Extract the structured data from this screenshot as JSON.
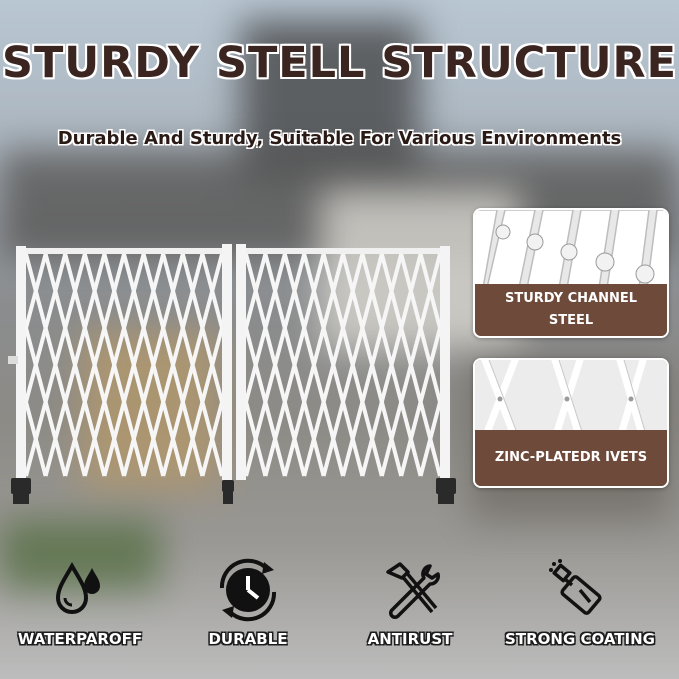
{
  "title": "STURDY STELL STRUCTURE",
  "subtitle": "Durable And Sturdy, Suitable For Various Environments",
  "cards": [
    {
      "label": "STURDY CHANNEL STEEL"
    },
    {
      "label": "ZINC-PLATEDR IVETS"
    }
  ],
  "features": [
    {
      "label": "WATERPAROFF",
      "icon": "water-drop-icon"
    },
    {
      "label": "DURABLE",
      "icon": "clock-icon"
    },
    {
      "label": "ANTIRUST",
      "icon": "hammer-wrench-icon"
    },
    {
      "label": "STRONG COATING",
      "icon": "spray-can-icon"
    }
  ],
  "colors": {
    "title": "#3a2520",
    "card_label_bg": "#6e4a3b",
    "gate": "#ffffff"
  }
}
